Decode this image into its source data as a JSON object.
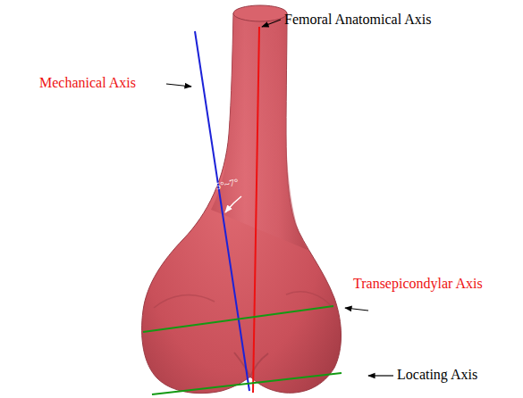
{
  "diagram": {
    "labels": [
      "Mechanical Axis",
      "Femoral Anatomical Axis",
      "5°~7°",
      "Transepicondylar Axis",
      "Locating Axis"
    ]
  }
}
